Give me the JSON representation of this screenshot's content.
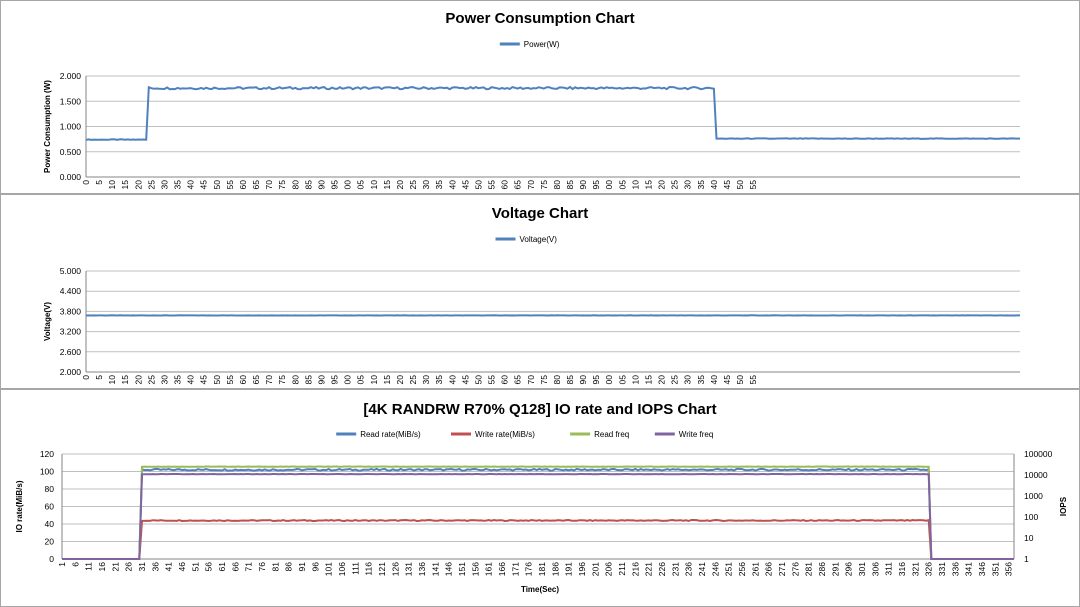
{
  "chart_data": [
    {
      "type": "line",
      "title": "Power Consumption Chart",
      "xlabel": "",
      "ylabel": "Power Consumption (W)",
      "ylim": [
        0,
        2
      ],
      "yticks": [
        "0.000",
        "0.500",
        "1.000",
        "1.500",
        "2.000"
      ],
      "x_start": 0,
      "x_end": 357,
      "x_step_label": 5,
      "x_tick_labels": [
        "0",
        "5",
        "10",
        "15",
        "20",
        "25",
        "30",
        "35",
        "40",
        "45",
        "50",
        "55",
        "60",
        "65",
        "70",
        "75",
        "80",
        "85",
        "90",
        "95",
        "00",
        "05",
        "10",
        "15",
        "20",
        "25",
        "30",
        "35",
        "40",
        "45",
        "50",
        "55",
        "60",
        "65",
        "70",
        "75",
        "80",
        "85",
        "90",
        "95",
        "00",
        "05",
        "10",
        "15",
        "20",
        "25",
        "30",
        "35",
        "40",
        "45",
        "50",
        "55"
      ],
      "grid": true,
      "legend": "top-center",
      "series": [
        {
          "name": "Power(W)",
          "color": "#4f81bd",
          "segments": [
            {
              "x_from": 0,
              "x_to": 23,
              "level": 0.74
            },
            {
              "x_from": 24,
              "x_to": 240,
              "level": 1.76
            },
            {
              "x_from": 241,
              "x_to": 357,
              "level": 0.76
            }
          ]
        }
      ]
    },
    {
      "type": "line",
      "title": "Voltage Chart",
      "xlabel": "",
      "ylabel": "Voltage(V)",
      "ylim": [
        2,
        5
      ],
      "yticks": [
        "2.000",
        "2.600",
        "3.200",
        "3.800",
        "4.400",
        "5.000"
      ],
      "x_start": 0,
      "x_end": 357,
      "x_step_label": 5,
      "x_tick_labels": [
        "0",
        "5",
        "10",
        "15",
        "20",
        "25",
        "30",
        "35",
        "40",
        "45",
        "50",
        "55",
        "60",
        "65",
        "70",
        "75",
        "80",
        "85",
        "90",
        "95",
        "00",
        "05",
        "10",
        "15",
        "20",
        "25",
        "30",
        "35",
        "40",
        "45",
        "50",
        "55",
        "60",
        "65",
        "70",
        "75",
        "80",
        "85",
        "90",
        "95",
        "00",
        "05",
        "10",
        "15",
        "20",
        "25",
        "30",
        "35",
        "40",
        "45",
        "50",
        "55"
      ],
      "grid": true,
      "legend": "top-center",
      "series": [
        {
          "name": "Voltage(V)",
          "color": "#4f81bd",
          "level": 3.68
        }
      ]
    },
    {
      "type": "line",
      "title": "[4K RANDRW R70% Q128] IO rate and IOPS Chart",
      "xlabel": "Time(Sec)",
      "ylabel": "IO rate(MiB/s)",
      "y2label": "IOPS",
      "ylim": [
        0,
        120
      ],
      "y2lim": [
        1,
        100000
      ],
      "y2scale": "log",
      "yticks": [
        "0",
        "20",
        "40",
        "60",
        "80",
        "100",
        "120"
      ],
      "y2ticks": [
        "1",
        "10",
        "100",
        "1000",
        "10000",
        "100000"
      ],
      "x_tick_labels": [
        "1",
        "6",
        "11",
        "16",
        "21",
        "26",
        "31",
        "36",
        "41",
        "46",
        "51",
        "56",
        "61",
        "66",
        "71",
        "76",
        "81",
        "86",
        "91",
        "96",
        "101",
        "106",
        "111",
        "116",
        "121",
        "126",
        "131",
        "136",
        "141",
        "146",
        "151",
        "156",
        "161",
        "166",
        "171",
        "176",
        "181",
        "186",
        "191",
        "196",
        "201",
        "206",
        "211",
        "216",
        "221",
        "226",
        "231",
        "236",
        "241",
        "246",
        "251",
        "256",
        "261",
        "266",
        "271",
        "276",
        "281",
        "286",
        "291",
        "296",
        "301",
        "306",
        "311",
        "316",
        "321",
        "326",
        "331",
        "336",
        "341",
        "346",
        "351",
        "356"
      ],
      "x_start": 1,
      "x_end": 358,
      "grid": true,
      "legend": "top-center",
      "series": [
        {
          "name": "Read rate(MiB/s)",
          "color": "#4f81bd",
          "active_from": 31,
          "active_to": 326,
          "level": 102
        },
        {
          "name": "Write rate(MiB/s)",
          "color": "#c0504d",
          "active_from": 31,
          "active_to": 326,
          "level": 44
        },
        {
          "name": "Read freq",
          "color": "#9bbb59",
          "active_from": 31,
          "active_to": 326,
          "level": 25000,
          "axis": "y2"
        },
        {
          "name": "Write freq",
          "color": "#8064a2",
          "active_from": 31,
          "active_to": 326,
          "level": 11000,
          "axis": "y2"
        }
      ]
    }
  ]
}
